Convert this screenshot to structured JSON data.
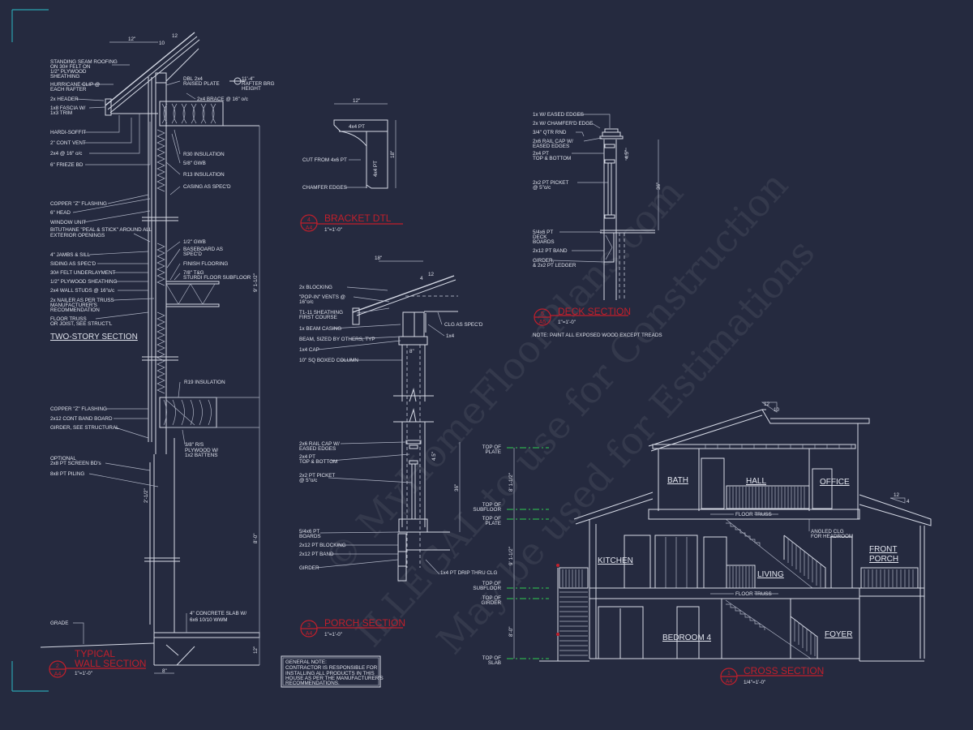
{
  "colors": {
    "background": "#252a3f",
    "lines": "#d6dae6",
    "title_red": "#c21f2b",
    "level_green": "#2fae4e",
    "corner_teal": "#2aa3b0"
  },
  "watermark": [
    "© MyHomeFloorPlans.com",
    "ILLEGAL to use for Construction",
    "May be used for Estimations"
  ],
  "wall": {
    "left": [
      "STANDING SEAM ROOFING",
      "ON 30# FELT ON",
      "1/2\" PLYWOOD",
      "SHEATHING",
      "HURRICANE CLIP @",
      "EACH RAFTER",
      "2x HEADER",
      "1x8 FASCIA W/",
      "1x3 TRIM",
      "HARDI-SOFFIT",
      "2\" CONT VENT",
      "2x4 @ 16\" o/c",
      "6\" FRIEZE BD",
      "COPPER \"Z\" FLASHING",
      "6\" HEAD",
      "WINDOW UNIT",
      "BITUTHANE \"PEAL & STICK\" AROUND ALL",
      "EXTERIOR OPENINGS",
      "4\" JAMBS & SILL",
      "SIDING AS SPEC'D",
      "30# FELT UNDERLAYMENT",
      "1/2\" PLYWOOD SHEATHING",
      "2x4 WALL STUDS @ 16\"o/c",
      "2x NAILER AS PER TRUSS",
      "MANUFACTURER'S",
      "RECOMMENDATION",
      "FLOOR TRUSS",
      "OR JOIST, SEE STRUCT'L",
      "COPPER \"Z\" FLASHING",
      "2x12 CONT BAND BOARD",
      "GIRDER, SEE STRUCTURAL",
      "OPTIONAL",
      "2x8 PT SCREEN BD's",
      "8x8 PT PILING",
      "GRADE"
    ],
    "right": [
      "DBL 2x4",
      "RAISED PLATE",
      "11'-4\"",
      "RAFTER BRG",
      "HEIGHT",
      "2x4 BRACE @ 16\" o/c",
      "R30 INSULATION",
      "5/8\" GWB",
      "R13 INSULATION",
      "CASING AS SPEC'D",
      "1/2\" GWB",
      "BASEBOARD AS",
      "SPEC'D",
      "FINISH FLOORING",
      "7/8\" T&G",
      "STURDI FLOOR SUBFLOOR",
      "R19 INSULATION",
      "3/8\" R/S",
      "PLYWOOD W/",
      "1x2 BATTENS",
      "4\" CONCRETE SLAB W/",
      "6x6 10/10 WWM"
    ],
    "dims": [
      "12\"",
      "10",
      "12",
      "9' 1-1/2\"",
      "8'-0\"",
      "2'-1/2\"",
      "12\"",
      "8\""
    ],
    "subtitle": "TWO-STORY SECTION",
    "title1": "TYPICAL",
    "title2": "WALL SECTION",
    "num": "2",
    "sheet": "A4",
    "scale": "1\"=1'-0\""
  },
  "bracket": {
    "labels": [
      "12\"",
      "4x4 PT",
      "CUT FROM 4x6 PT",
      "4x4 PT",
      "18\"",
      "CHAMFER EDGES"
    ],
    "title": "BRACKET DTL",
    "num": "4",
    "sheet": "A4",
    "scale": "1\"=1'-0\""
  },
  "porch": {
    "labels": [
      "2x BLOCKING",
      "\"POP-IN\" VENTS @",
      "16\"o/c",
      "T1-11 SHEATHING",
      "FIRST COURSE",
      "1x BEAM CASING",
      "BEAM, SIZED BY OTHERS, TYP",
      "1x4  CAP",
      "10\" SQ BOXED COLUMN",
      "2x6 RAIL CAP W/",
      "EASED EDGES",
      "2x4 PT",
      "TOP & BOTTOM",
      "2x2 PT PICKET",
      "@ 5\"o/c",
      "5/4x6 PT",
      "BOARDS",
      "2x12 PT BLOCKING",
      "2x12 PT BAND",
      "GIRDER"
    ],
    "right": [
      "CLG AS SPEC'D",
      "1x4",
      "1x4 PT DRIP THRU CLG"
    ],
    "dims": [
      "18\"",
      "4",
      "12",
      "8\"",
      "4.5\"",
      "36\""
    ],
    "title": "PORCH SECTION",
    "num": "3",
    "sheet": "A4",
    "scale": "1\"=1'-0\""
  },
  "note": [
    "GENERAL NOTE:",
    "CONTRACTOR IS RESPONSIBLE FOR",
    "INSTALLING ALL PRODUCTS IN THIS",
    "HOUSE AS PER THE MANUFACTURER'S",
    "RECOMMENDATIONS."
  ],
  "deck": {
    "labels": [
      "1x W/ EASED EDGES",
      "2x W/ CHAMFER'D EDGE",
      "3/4\" QTR RND",
      "2x6 RAIL CAP W/",
      "EASED EDGES",
      "2x4 PT",
      "TOP & BOTTOM",
      "2x2 PT PICKET",
      "@ 5\"o/c",
      "5/4x6 PT",
      "DECK",
      "BOARDS",
      "2x12 PT BAND",
      "GIRDER,",
      "& 2x2 PT LEDGER"
    ],
    "dims": [
      "4.5\"",
      "36\""
    ],
    "title": "DECK SECTION",
    "num": "5",
    "sheet": "A5",
    "scale": "1\"=1'-0\"",
    "note": "NOTE: PAINT ALL EXPOSED WOOD EXCEPT TREADS"
  },
  "cross": {
    "levels": [
      [
        "TOP OF",
        "PLATE"
      ],
      [
        "TOP OF",
        "SUBFLOOR"
      ],
      [
        "TOP OF",
        "PLATE"
      ],
      [
        "TOP OF",
        "SUBFLOOR"
      ],
      [
        "TOP OF",
        "GIRDER"
      ],
      [
        "TOP OF",
        "SLAB"
      ]
    ],
    "dims": [
      "8' 1-1/2\"",
      "9' 1-1/2\"",
      "8'-0\""
    ],
    "rooms": [
      "BATH",
      "HALL",
      "OFFICE",
      "KITCHEN",
      "LIVING",
      "FRONT",
      "PORCH",
      "BEDROOM 4",
      "FOYER"
    ],
    "notes": [
      "FLOOR TRUSS",
      "FLOOR TRUSS",
      "ANGLED CLG",
      "FOR HEADROOM"
    ],
    "pitch": [
      "12",
      "10",
      "12",
      "4"
    ],
    "title": "CROSS SECTION",
    "num": "1",
    "sheet": "A4",
    "scale": "1/4\"=1'-0\""
  }
}
